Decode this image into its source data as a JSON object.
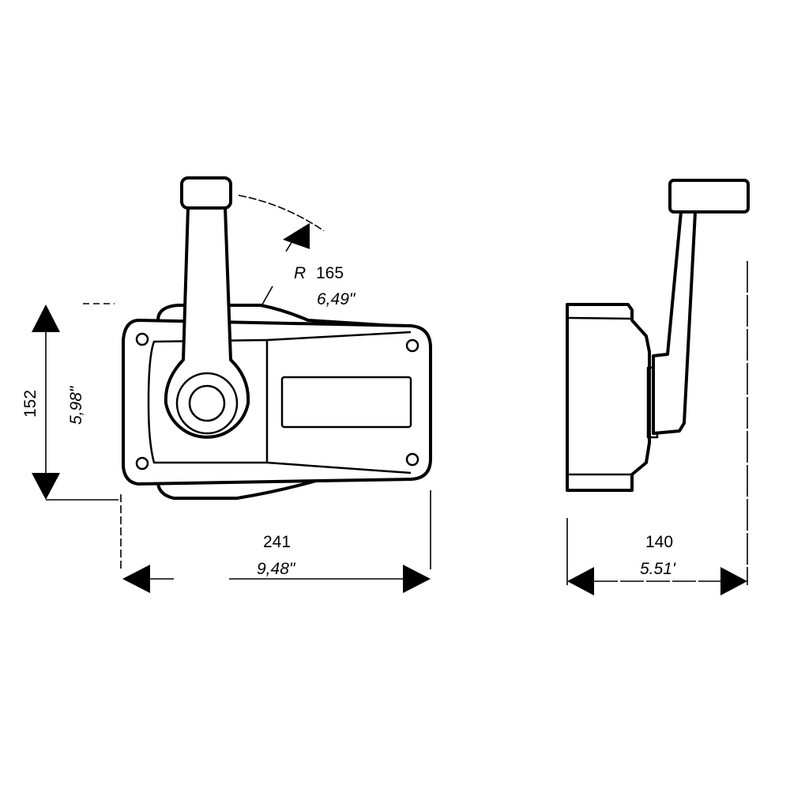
{
  "radius": {
    "label_prefix": "R",
    "mm": "165",
    "inch": "6,49\""
  },
  "height": {
    "mm": "152",
    "inch": "5,98\""
  },
  "width": {
    "mm": "241",
    "inch": "9,48\""
  },
  "depth": {
    "mm": "140",
    "inch": "5.51'"
  },
  "colors": {
    "ink": "#000000",
    "paper": "#ffffff"
  }
}
